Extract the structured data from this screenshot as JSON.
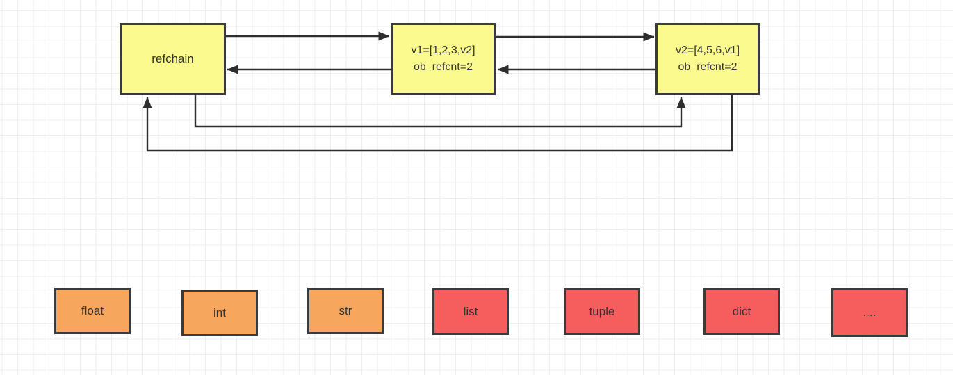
{
  "canvas": {
    "background_color": "#ffffff",
    "grid_color": "#eeeef1"
  },
  "diagram": {
    "refchain": {
      "label": "refchain"
    },
    "v1": {
      "title": "v1=[1,2,3,v2]",
      "refcnt": "ob_refcnt=2"
    },
    "v2": {
      "title": "v2=[4,5,6,v1]",
      "refcnt": "ob_refcnt=2"
    },
    "types": [
      {
        "label": "float",
        "color": "#f6a65d"
      },
      {
        "label": "int",
        "color": "#f6a65d"
      },
      {
        "label": "str",
        "color": "#f6a65d"
      },
      {
        "label": "list",
        "color": "#f65d5d"
      },
      {
        "label": "tuple",
        "color": "#f65d5d"
      },
      {
        "label": "dict",
        "color": "#f65d5d"
      },
      {
        "label": "....",
        "color": "#f65d5d"
      }
    ],
    "colors": {
      "node_fill": "#fafa8e",
      "type_fill_numeric": "#f6a65d",
      "type_fill_container": "#f65d5d",
      "border": "#3a3a3a",
      "arrow": "#2e2e2e"
    }
  }
}
